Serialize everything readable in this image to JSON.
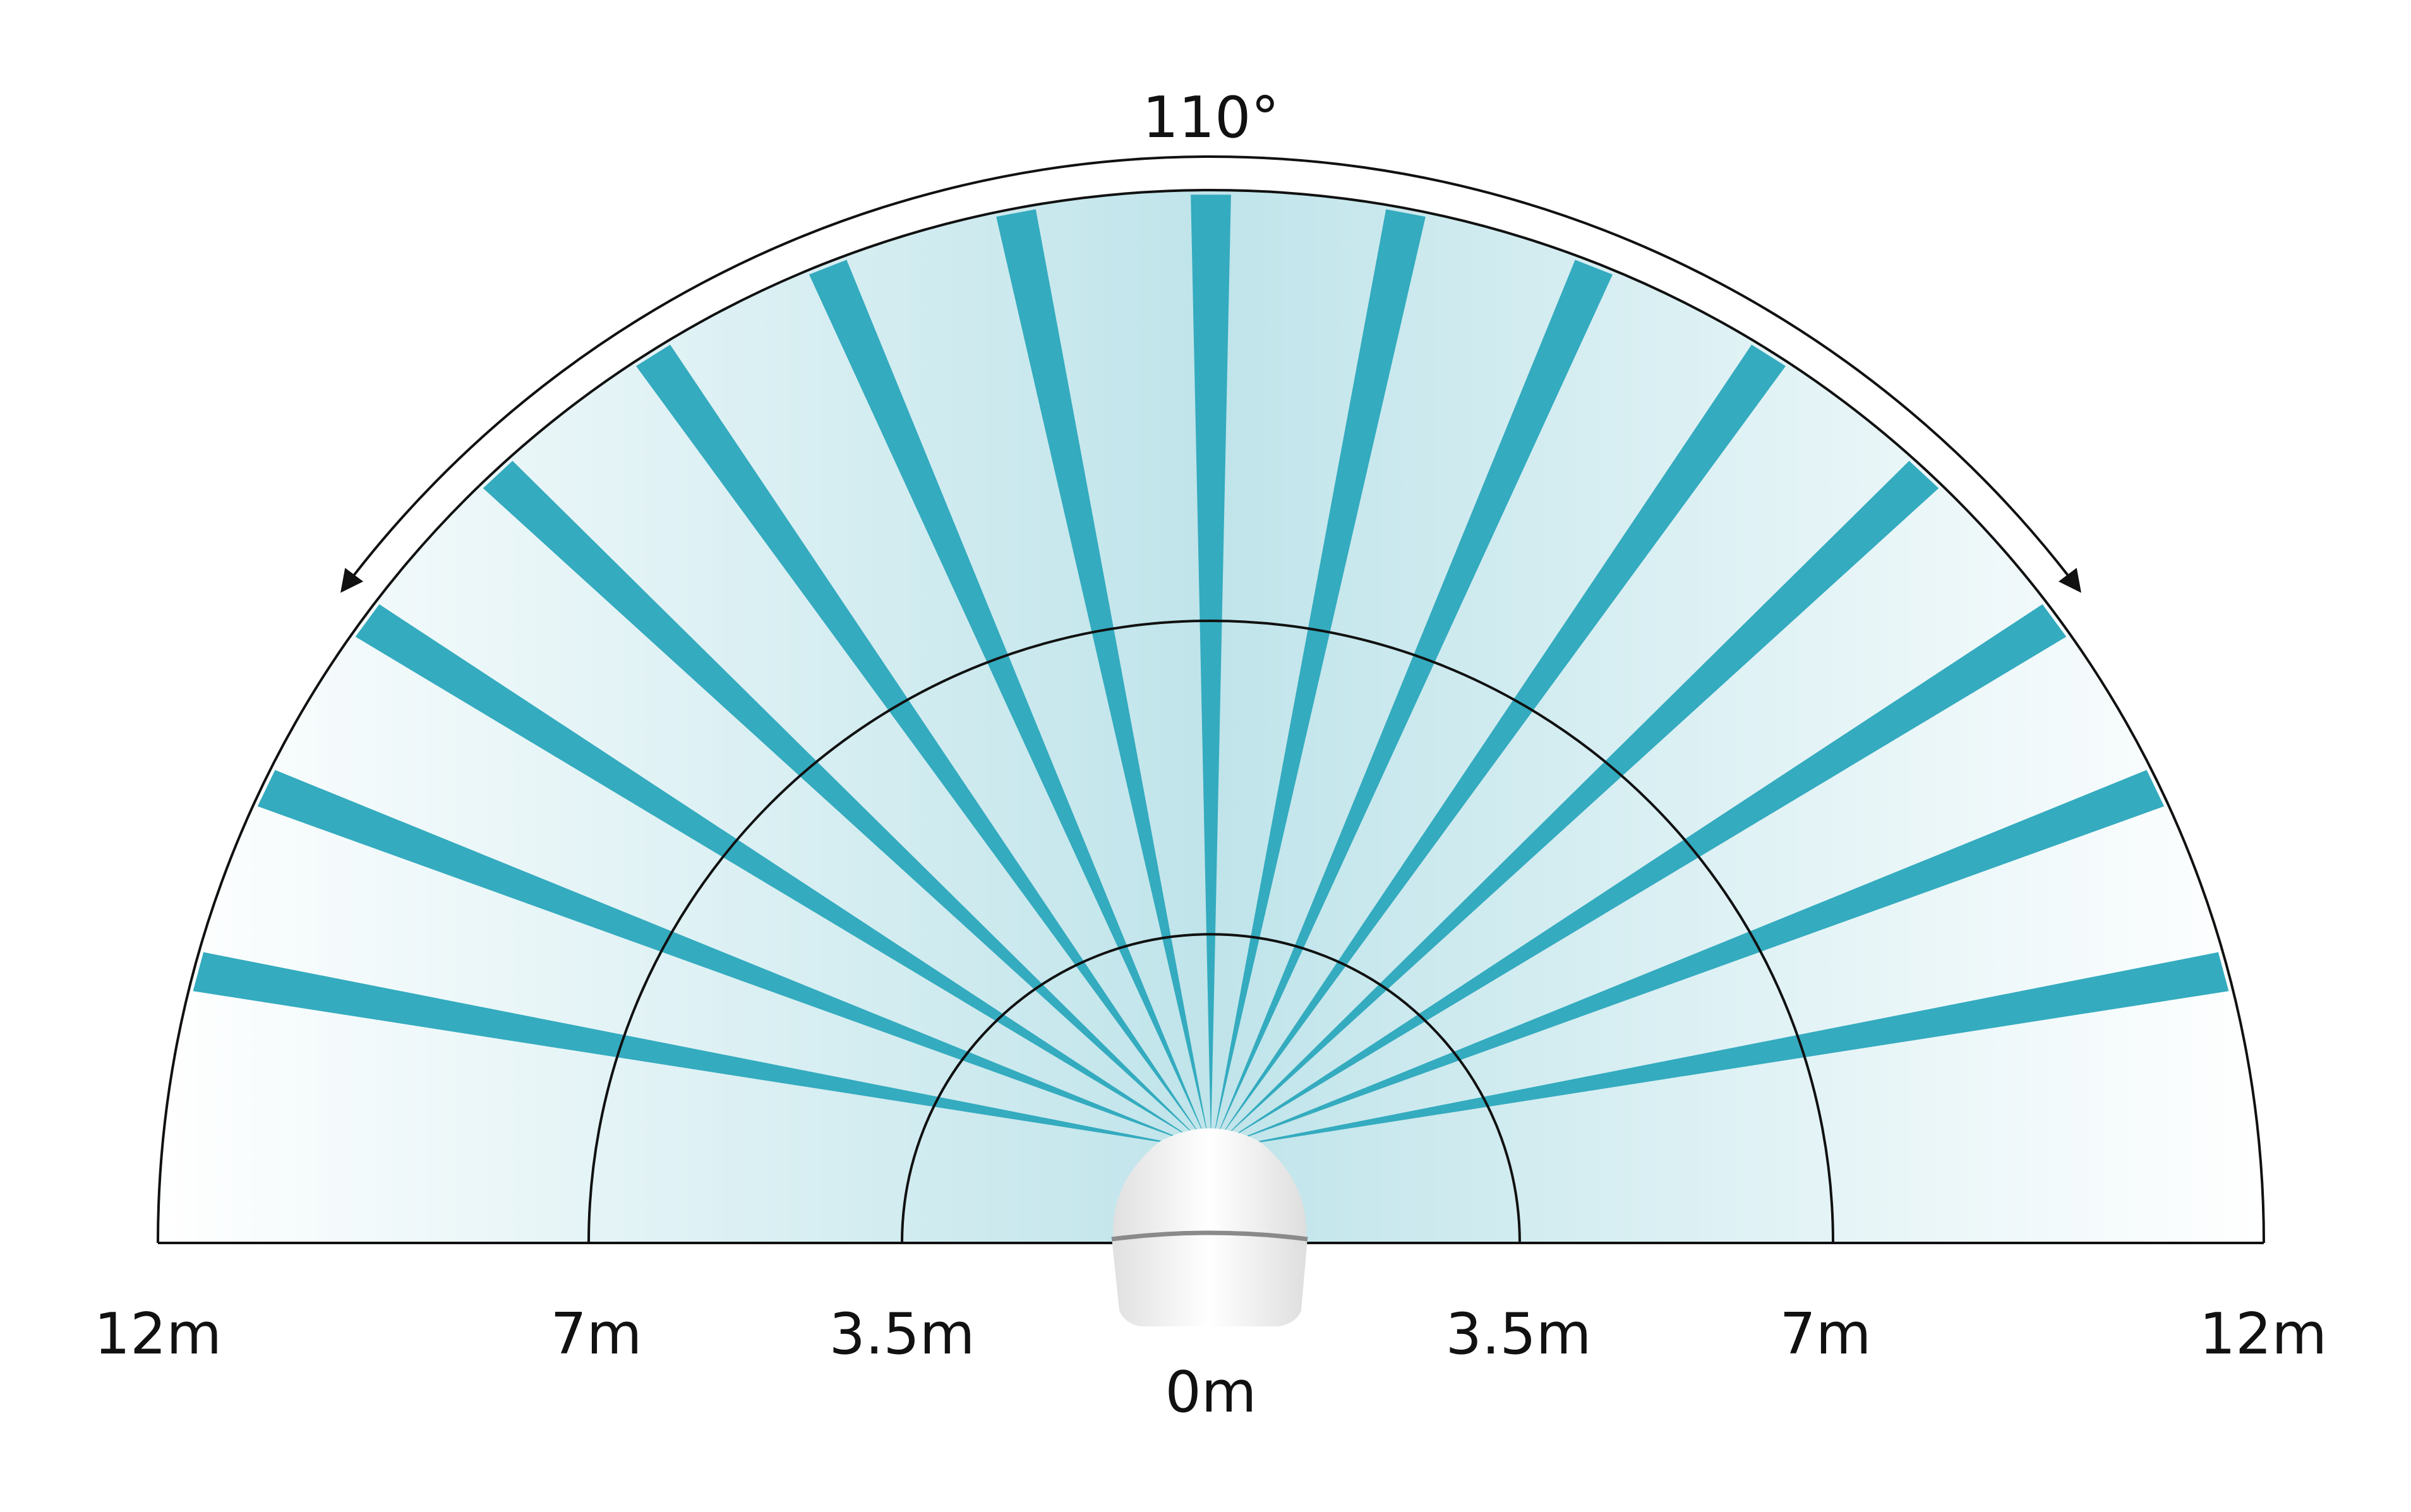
{
  "title": "",
  "angle_label": "110°",
  "colors": {
    "beam": "#34abbf",
    "zone_light": "#f4fafb",
    "zone_mid": "#bfe4ea",
    "outline": "#111111",
    "sensor_body": "#f2f2f2",
    "sensor_band": "#8a8a8a"
  },
  "sensor": {
    "icon": "motion-sensor-icon"
  },
  "detection": {
    "angle_deg": 110,
    "beam_count": 15,
    "ranges_m": [
      3.5,
      7,
      12
    ]
  },
  "labels": {
    "left_12": "12m",
    "left_7": "7m",
    "left_3_5": "3.5m",
    "origin": "0m",
    "right_3_5": "3.5m",
    "right_7": "7m",
    "right_12": "12m"
  }
}
